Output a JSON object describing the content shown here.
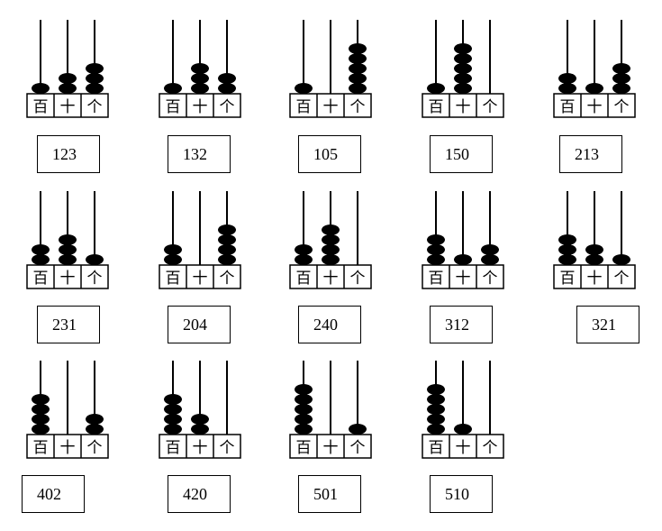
{
  "place_labels": [
    "百",
    "十",
    "个"
  ],
  "bead_color": "#000000",
  "items": [
    {
      "number": "123",
      "beads": [
        1,
        2,
        3
      ]
    },
    {
      "number": "132",
      "beads": [
        1,
        3,
        2
      ]
    },
    {
      "number": "105",
      "beads": [
        1,
        0,
        5
      ]
    },
    {
      "number": "150",
      "beads": [
        1,
        5,
        0
      ]
    },
    {
      "number": "213",
      "beads": [
        2,
        1,
        3
      ]
    },
    {
      "number": "231",
      "beads": [
        2,
        3,
        1
      ]
    },
    {
      "number": "204",
      "beads": [
        2,
        0,
        4
      ]
    },
    {
      "number": "240",
      "beads": [
        2,
        4,
        0
      ]
    },
    {
      "number": "312",
      "beads": [
        3,
        1,
        2
      ]
    },
    {
      "number": "321",
      "beads": [
        3,
        2,
        1
      ]
    },
    {
      "number": "402",
      "beads": [
        4,
        0,
        2
      ]
    },
    {
      "number": "420",
      "beads": [
        4,
        2,
        0
      ]
    },
    {
      "number": "501",
      "beads": [
        5,
        0,
        1
      ]
    },
    {
      "number": "510",
      "beads": [
        5,
        1,
        0
      ]
    }
  ]
}
